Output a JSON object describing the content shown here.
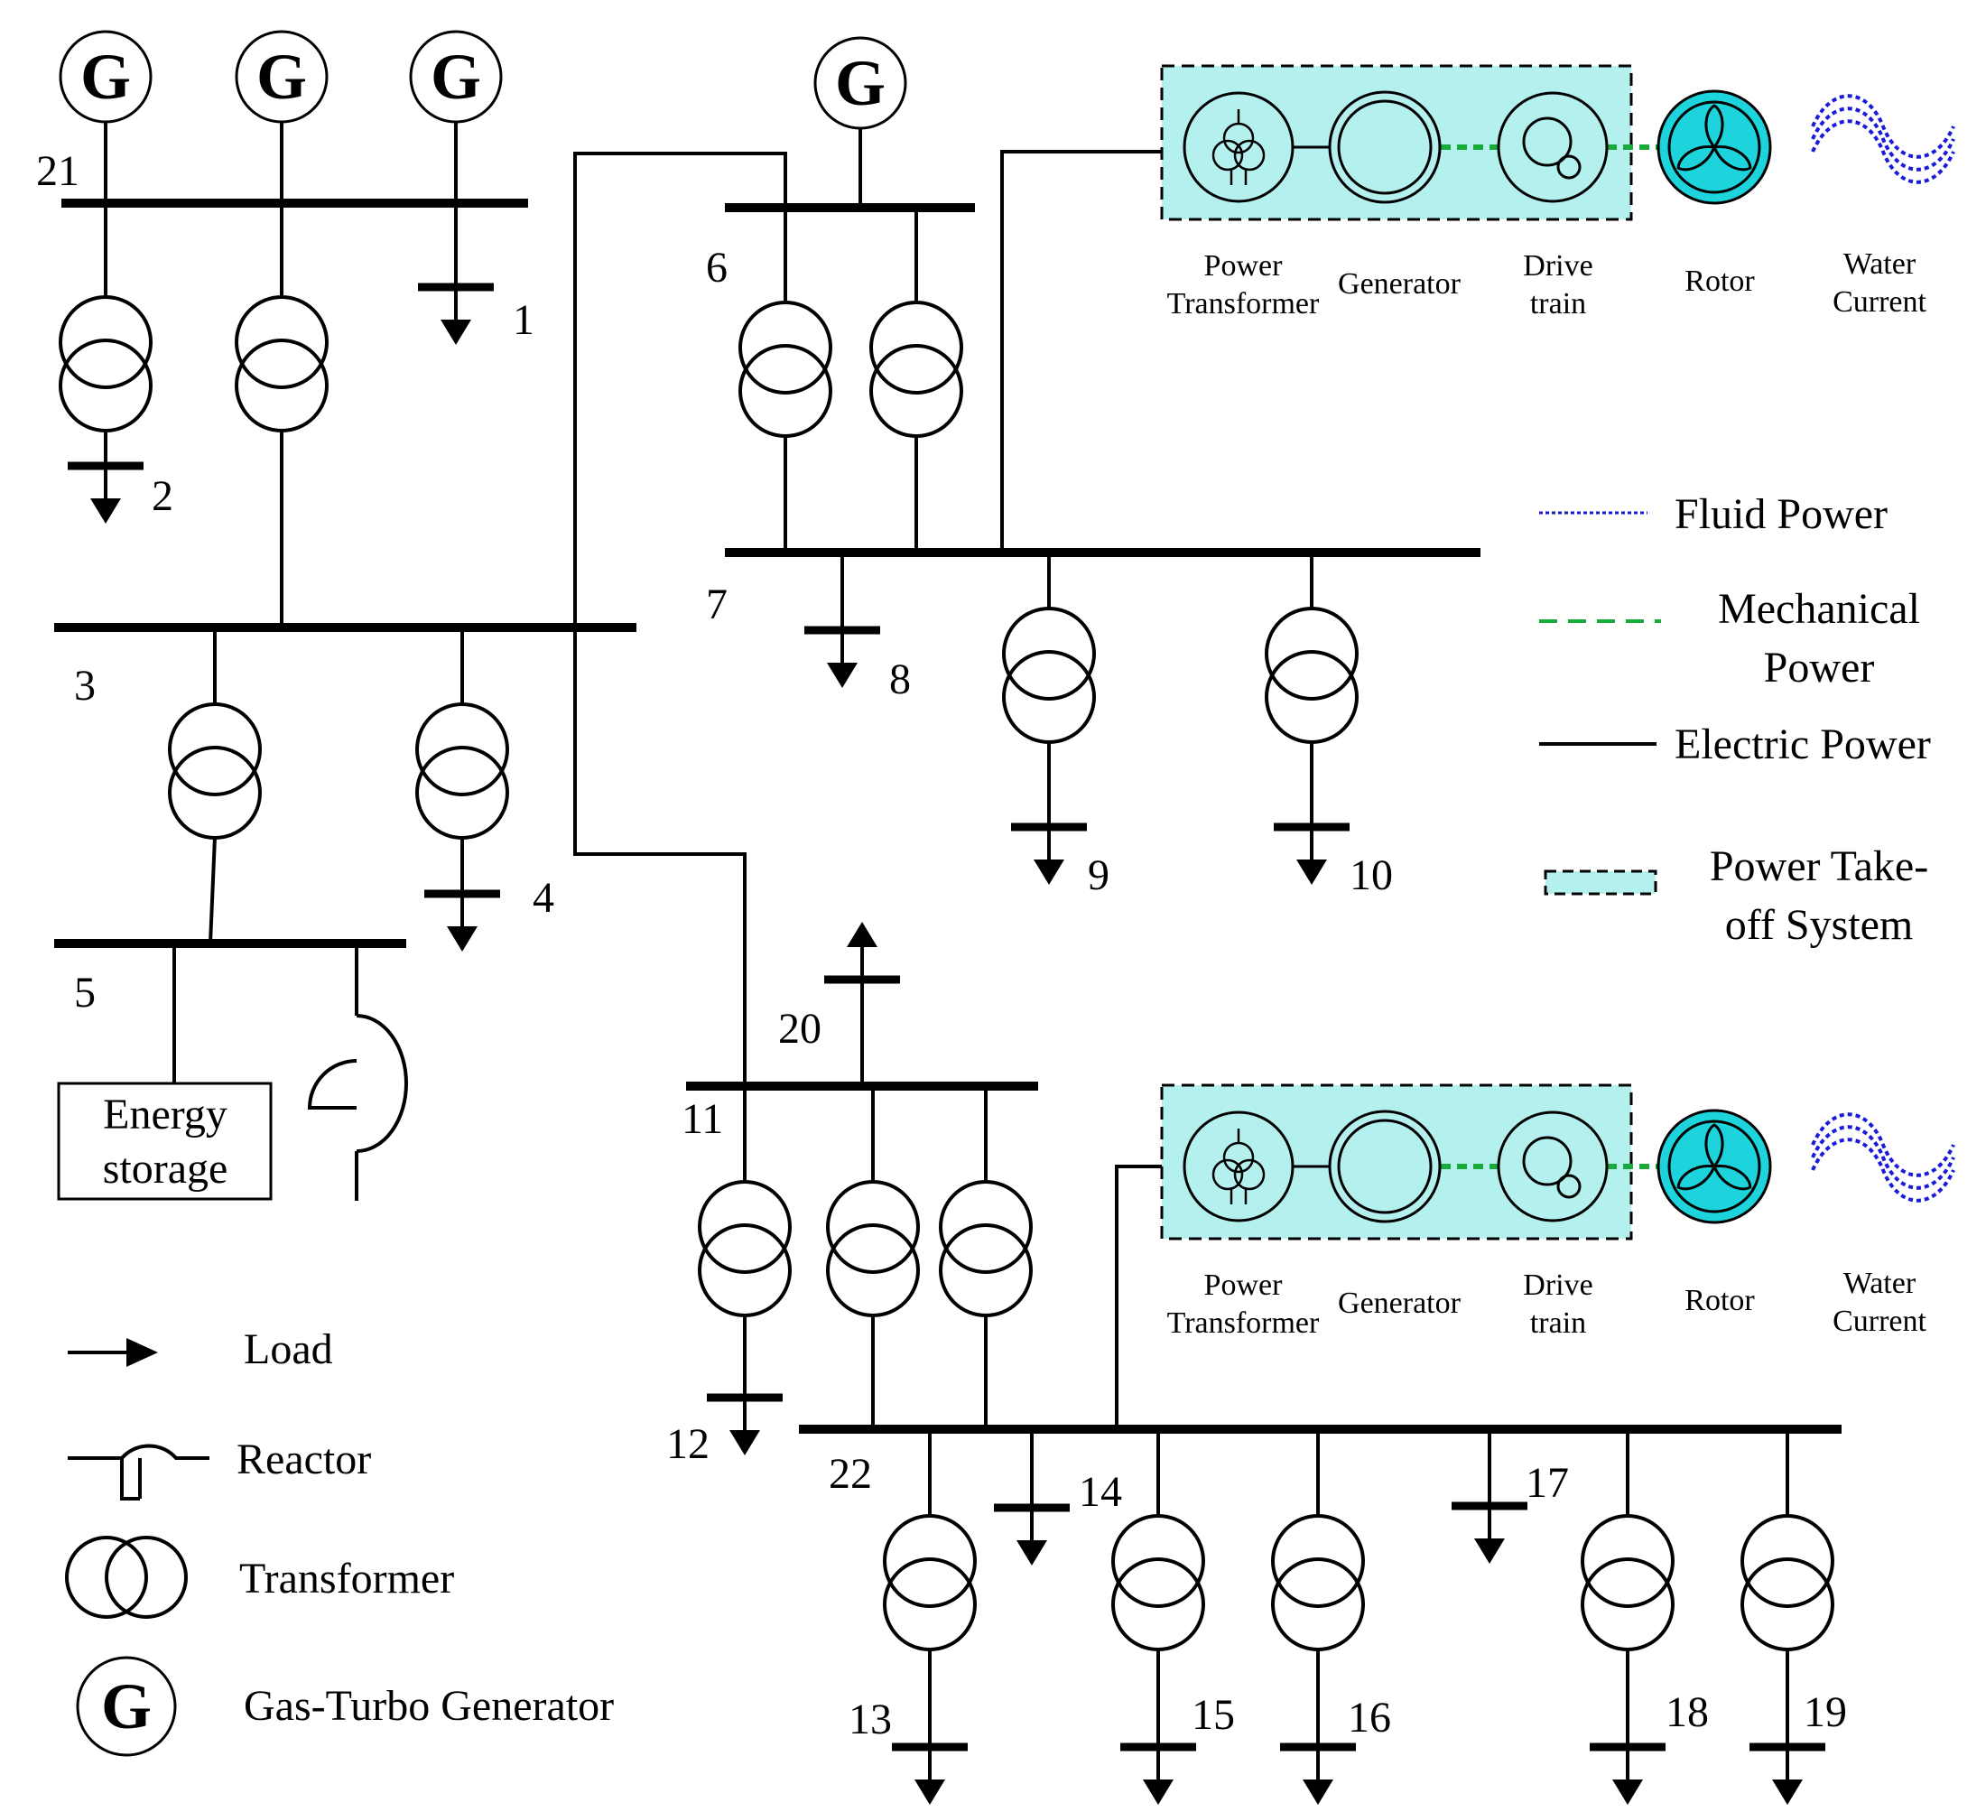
{
  "generator_letter": "G",
  "bus_labels": {
    "b1": "1",
    "b2": "2",
    "b3": "3",
    "b4": "4",
    "b5": "5",
    "b6": "6",
    "b7": "7",
    "b8": "8",
    "b9": "9",
    "b10": "10",
    "b11": "11",
    "b12": "12",
    "b13": "13",
    "b14": "14",
    "b15": "15",
    "b16": "16",
    "b17": "17",
    "b18": "18",
    "b19": "19",
    "b20": "20",
    "b21": "21",
    "b22": "22"
  },
  "energy_storage": {
    "line1": "Energy",
    "line2": "storage"
  },
  "pto": {
    "power_transformer_1": "Power",
    "power_transformer_2": "Transformer",
    "generator": "Generator",
    "drive_train_1": "Drive",
    "drive_train_2": "train",
    "rotor": "Rotor",
    "water_current_1": "Water",
    "water_current_2": "Current"
  },
  "legend_right": {
    "fluid_power": "Fluid Power",
    "mechanical_power_1": "Mechanical",
    "mechanical_power_2": "Power",
    "electric_power": "Electric Power",
    "pto_system_1": "Power Take-",
    "pto_system_2": "off System"
  },
  "legend_left": {
    "load": "Load",
    "reactor": "Reactor",
    "transformer": "Transformer",
    "gas_turbo_generator": "Gas-Turbo Generator"
  },
  "colors": {
    "line": "#000000",
    "pto_fill": "#b3f0ee",
    "rotor_fill": "#1ed4dc",
    "fluid_blue": "#1a1ad9",
    "mechanical_green": "#1aaa3c"
  }
}
